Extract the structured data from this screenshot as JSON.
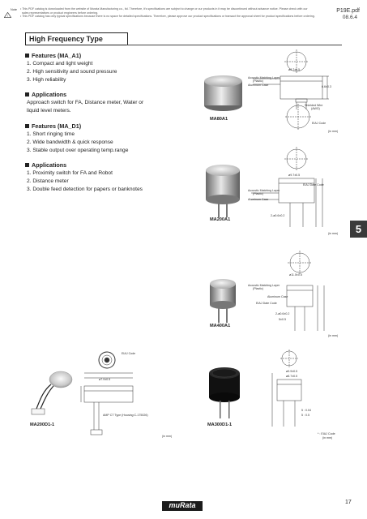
{
  "header": {
    "note_label": "Note",
    "note_line1": "• This PDF catalog is downloaded from the website of Murata Manufacturing co., ltd. Therefore, it's specifications are subject to change or our products in it may be discontinued without advance notice. Please check with our",
    "note_line2": "sales representatives or product engineers before ordering.",
    "note_line3": "• This PDF catalog has only typical specifications because there is no space for detailed specifications. Therefore, please approve our product specifications or transact the approval sheet for product specifications before ordering.",
    "doc_id": "P19E.pdf",
    "doc_date": "08.6.4"
  },
  "title": "High Frequency Type",
  "sections": [
    {
      "heading": "Features (MA_A1)",
      "lines": [
        "1. Compact and light weight",
        "2. High sensitivity and sound pressure",
        "3. High reliability"
      ]
    },
    {
      "heading": "Applications",
      "lines": [
        "Approach switch for FA, Distance meter, Water or",
        "liquid level meters."
      ]
    },
    {
      "heading": "Features (MA_D1)",
      "lines": [
        "1. Short ringing time",
        "2. Wide bandwidth & quick response",
        "3. Stable output over operating temp.range"
      ]
    },
    {
      "heading": "Applications",
      "lines": [
        "1. Proximity switch for FA and Robot",
        "2. Distance meter",
        "3. Double feed detection for papers or banknotes"
      ]
    }
  ],
  "products": {
    "ma80a1": "MA80A1",
    "ma200a1": "MA200A1",
    "ma400a1": "MA400A1",
    "ma200d1": "MA200D1-1",
    "ma300d1": "MA300D1-1"
  },
  "drawing_labels": {
    "acoustic_layer": "Acoustic Matching Layer",
    "plastic": "(Plastic)",
    "aluminum_case": "Aluminum Case",
    "shielded_wire": "Shielded Wire",
    "awg": "(AWG)",
    "eiaj_code": "EIAJ Code",
    "eiaj_date_code": "EIAJ Date Code",
    "in_mm": "(in mm)",
    "amp_ct": "AMP CT Type (Housing:C-175026)",
    "eiaj_code_note": "* : EIAJ Code",
    "dim_80a1_dia": "ø8.7±0.5",
    "dim_80a1_h": "6.6±0.3",
    "dim_200a1_dia": "ø9.7±0.5",
    "dim_pitch1": "2-ø0.6±0.2",
    "dim_400a1_dia": "ø11.0±0.5",
    "dim_400a1_pitch": "2-ø0.6±0.2",
    "dim_pitch2": "5±0.5",
    "dim_300d1_a": "ø9.9±0.5",
    "dim_300d1_b": "ø8.7±0.5",
    "dim_300d1_pitch": "5 : 0.04",
    "dim_300d1_pitch2": "5 : 0.5",
    "dim_200d1_dia": "ø7.9±0.5"
  },
  "side_tab": "5",
  "page_number": "17",
  "brand": "muRata"
}
